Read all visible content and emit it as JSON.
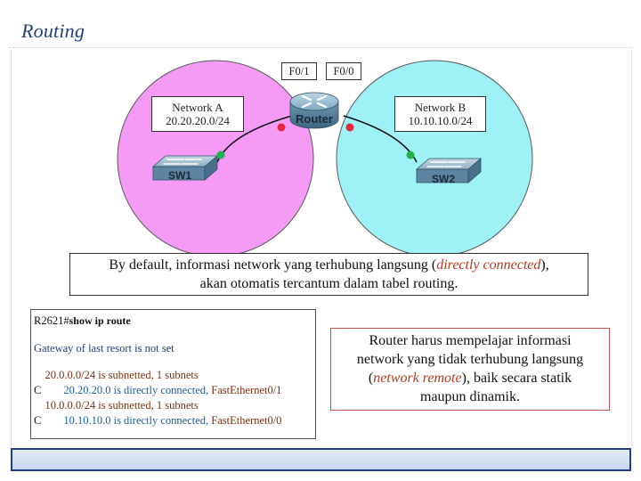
{
  "slide": {
    "title": "Routing"
  },
  "diagram": {
    "router": {
      "label": "Router"
    },
    "ports": {
      "left": "F0/1",
      "right": "F0/0"
    },
    "network_a": {
      "name": "Network A",
      "address": "20.20.20.0/24",
      "color": "#f59af5"
    },
    "network_b": {
      "name": "Network B",
      "address": "10.10.10.0/24",
      "color": "#9ef1f5"
    },
    "switches": {
      "left": "SW1",
      "right": "SW2"
    },
    "link_colors": {
      "router_port": "#e8263a",
      "switch_port": "#23b24a"
    }
  },
  "default_note": {
    "line1_prefix": "By default, informasi network yang terhubung langsung (",
    "line1_italic": "directly connected",
    "line1_suffix": "),",
    "line2": "akan otomatis tercantum dalam tabel routing."
  },
  "cli": {
    "prompt": "R2621#",
    "command": "show ip route",
    "gateway_line": "Gateway of last resort is not set",
    "subnet1": "20.0.0.0/24 is subnetted, 1 subnets",
    "route1_code": "C",
    "route1_text": "20.20.20.0 is directly connected, ",
    "route1_iface": "FastEthernet0/1",
    "subnet2": "10.0.0.0/24 is subnetted, 1 subnets",
    "route2_code": "C",
    "route2_text": "10.10.10.0 is directly connected, ",
    "route2_iface": "FastEthernet0/0"
  },
  "remote_note": {
    "line1": "Router harus mempelajar informasi",
    "line2": "network yang tidak terhubung langsung",
    "line3_prefix": "(",
    "line3_italic": "network remote",
    "line3_suffix": "), baik secara statik",
    "line4": "maupun dinamik."
  }
}
